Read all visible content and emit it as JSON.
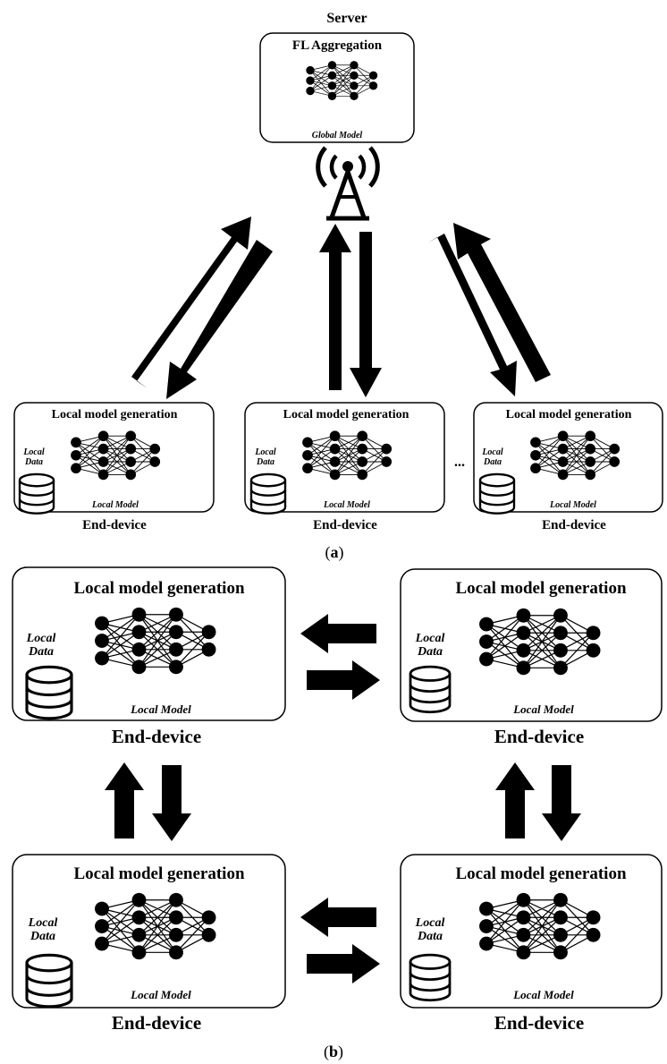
{
  "diagram_a": {
    "server": {
      "title": "Server",
      "box_title": "FL Aggregation",
      "model_label": "Global Model"
    },
    "devices": [
      {
        "box_title": "Local model generation",
        "data_label_1": "Local",
        "data_label_2": "Data",
        "model_label": "Local Model",
        "caption": "End-device"
      },
      {
        "box_title": "Local model generation",
        "data_label_1": "Local",
        "data_label_2": "Data",
        "model_label": "Local Model",
        "caption": "End-device"
      },
      {
        "box_title": "Local model generation",
        "data_label_1": "Local",
        "data_label_2": "Data",
        "model_label": "Local Model",
        "caption": "End-device"
      }
    ],
    "ellipsis": "...",
    "caption_open": "(",
    "caption_letter": "a",
    "caption_close": ")"
  },
  "diagram_b": {
    "devices": [
      {
        "box_title": "Local model generation",
        "data_label_1": "Local",
        "data_label_2": "Data",
        "model_label": "Local Model",
        "caption": "End-device"
      },
      {
        "box_title": "Local model generation",
        "data_label_1": "Local",
        "data_label_2": "Data",
        "model_label": "Local Model",
        "caption": "End-device"
      },
      {
        "box_title": "Local model generation",
        "data_label_1": "Local",
        "data_label_2": "Data",
        "model_label": "Local Model",
        "caption": "End-device"
      },
      {
        "box_title": "Local model generation",
        "data_label_1": "Local",
        "data_label_2": "Data",
        "model_label": "Local Model",
        "caption": "End-device"
      }
    ],
    "caption_open": "(",
    "caption_letter": "b",
    "caption_close": ")"
  }
}
